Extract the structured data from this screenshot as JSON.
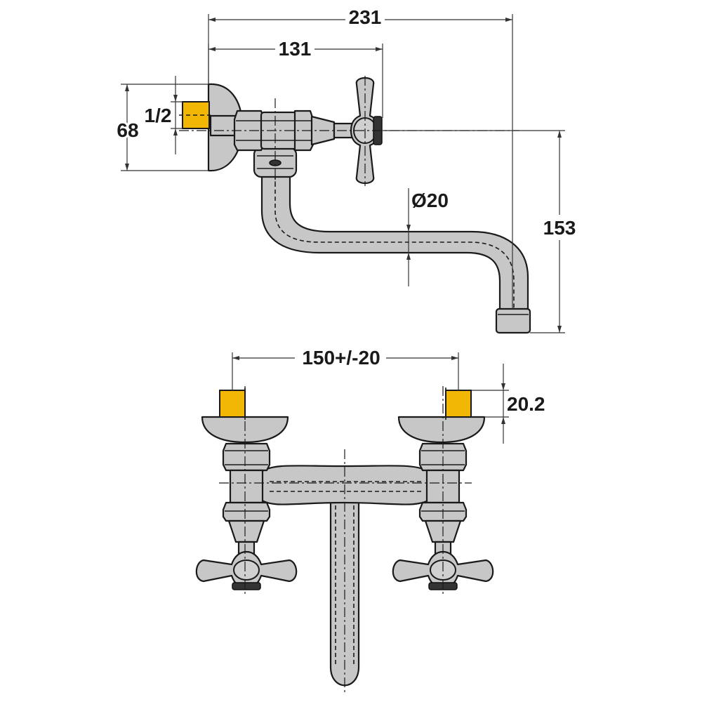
{
  "dimensions": {
    "overall_length": "231",
    "handle_offset": "131",
    "inlet_thread": "1/2",
    "flange_diameter": "68",
    "spout_diameter": "Ø20",
    "height": "153",
    "inlet_spacing": "150+/-20",
    "inlet_length": "20.2"
  },
  "colors": {
    "body": "#c7c7c7",
    "brass_inlet": "#f2b705",
    "outline": "#1a1a1a"
  }
}
